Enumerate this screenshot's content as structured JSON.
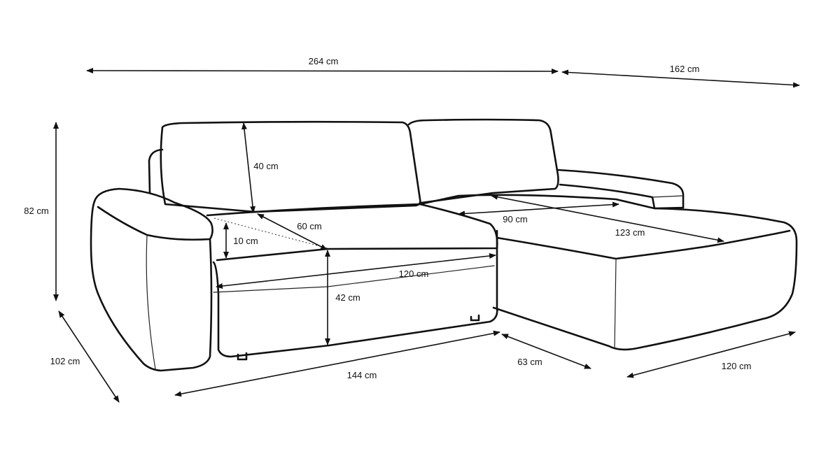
{
  "labels": {
    "total_width": "264 cm",
    "chaise_length": "162 cm",
    "height": "82 cm",
    "depth": "102 cm",
    "back_cushion_height": "40 cm",
    "arm_above_seat": "10 cm",
    "seat_depth": "60 cm",
    "bed_width": "120 cm",
    "seat_height": "42 cm",
    "chaise_seat_depth": "90 cm",
    "chaise_bed_length": "123 cm",
    "front_length": "144 cm",
    "chaise_offset": "63 cm",
    "chaise_width": "120 cm"
  }
}
